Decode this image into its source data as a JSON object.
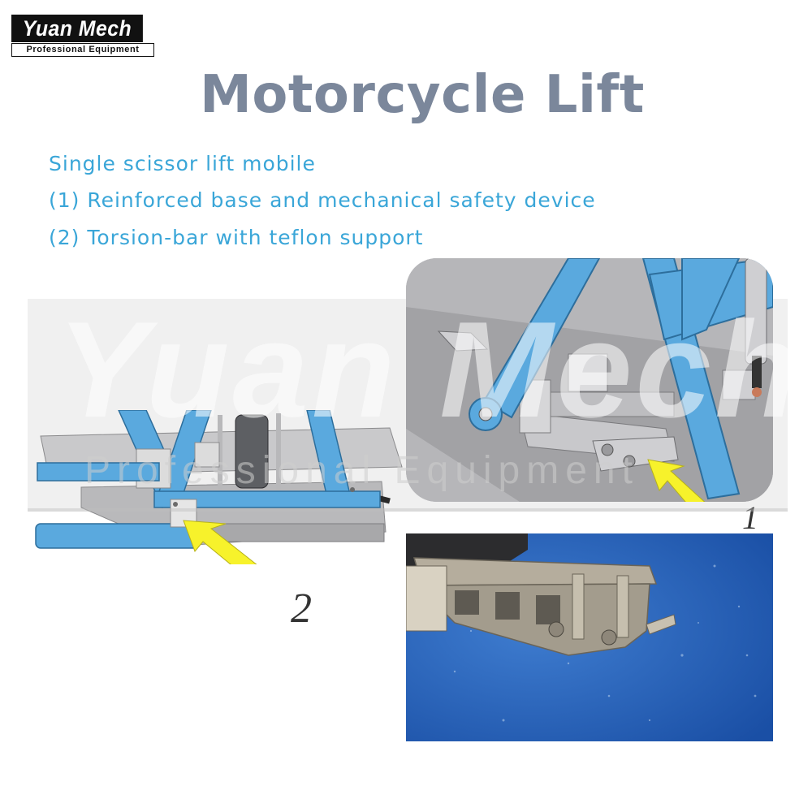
{
  "logo": {
    "brand": "Yuan Mech",
    "tagline": "Professional Equipment"
  },
  "title": "Motorcycle Lift",
  "features": [
    "Single scissor lift mobile",
    "(1) Reinforced base and mechanical safety device",
    "(2) Torsion-bar with teflon support"
  ],
  "watermark": {
    "brand": "Yuan Mech",
    "tagline": "Professional Equipment"
  },
  "callouts": {
    "one": "1",
    "two": "2"
  },
  "colors": {
    "title": "#7b879b",
    "feature_text": "#3aa6d8",
    "lift_frame": "#5aa9de",
    "arrow": "#f7f22b",
    "photo_floor": "#1e5bb7"
  }
}
